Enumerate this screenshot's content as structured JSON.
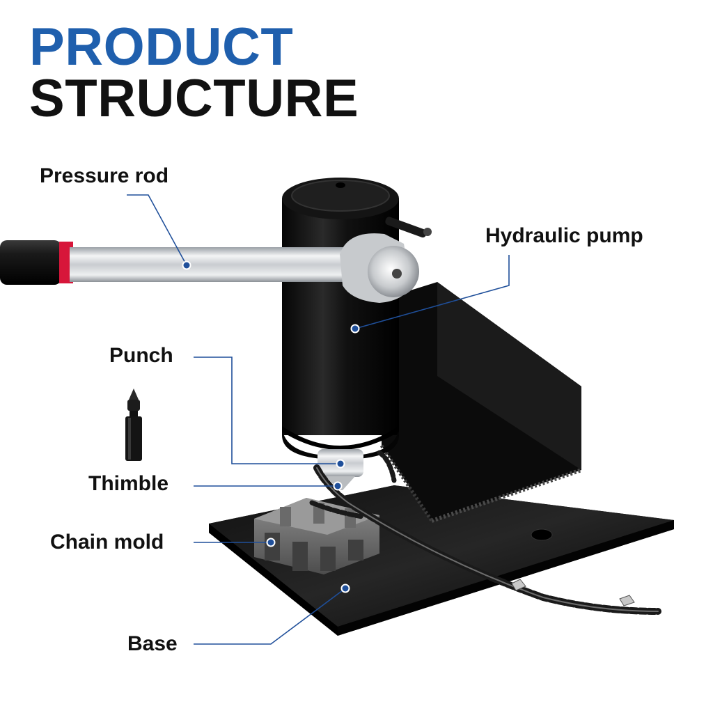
{
  "heading": {
    "line1": "PRODUCT",
    "line2": "STRUCTURE"
  },
  "colors": {
    "heading_blue": "#1f5fad",
    "heading_dark": "#111111",
    "leader_blue": "#1f4f9a"
  },
  "labels": {
    "pressure_rod": "Pressure rod",
    "hydraulic_pump": "Hydraulic pump",
    "punch": "Punch",
    "thimble": "Thimble",
    "chain_mold": "Chain mold",
    "base": "Base"
  }
}
